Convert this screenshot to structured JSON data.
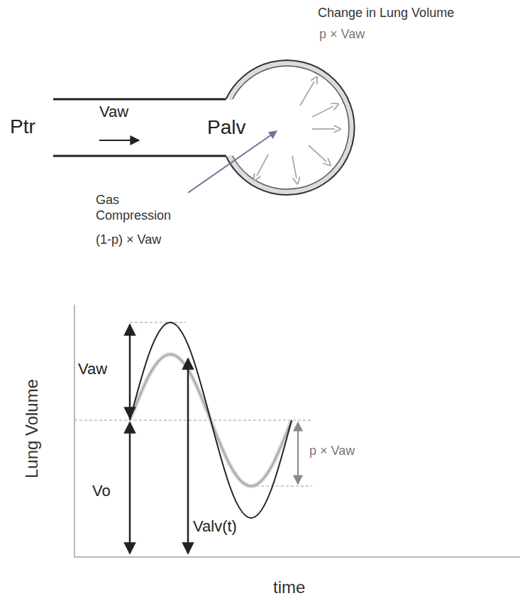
{
  "diagram": {
    "labels": [
      "Change in Lung Volume",
      "p × Vaw",
      "Ptr",
      "Vaw",
      "Palv",
      "Gas Compression",
      "(1-p) × Vaw",
      "Lung Volume",
      "Vaw",
      "p × Vaw",
      "Vo",
      "Valv(t)",
      "time"
    ]
  }
}
